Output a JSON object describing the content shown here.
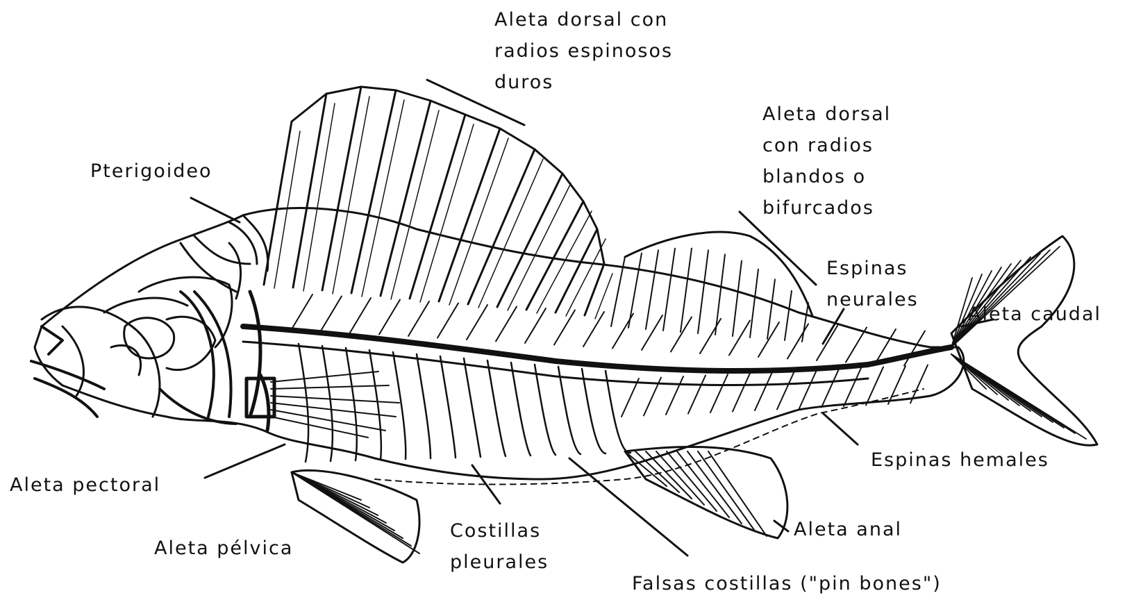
{
  "labels": {
    "dorsal_spiny": [
      "Aleta dorsal con",
      "radios espinosos",
      "duros"
    ],
    "pterygoid": "Pterigoideo",
    "dorsal_soft": [
      "Aleta dorsal",
      "con radios",
      "blandos o",
      "bifurcados"
    ],
    "neural_spines": [
      "Espinas",
      "neurales"
    ],
    "caudal_fin": "Aleta caudal",
    "haemal_spines": "Espinas hemales",
    "pectoral_fin": "Aleta pectoral",
    "pelvic_fin": "Aleta pélvica",
    "pleural_ribs": [
      "Costillas",
      "pleurales"
    ],
    "anal_fin": "Aleta anal",
    "pin_bones": "Falsas costillas (\"pin bones\")"
  },
  "colors": {
    "ink": "#111111",
    "background": "#ffffff"
  }
}
